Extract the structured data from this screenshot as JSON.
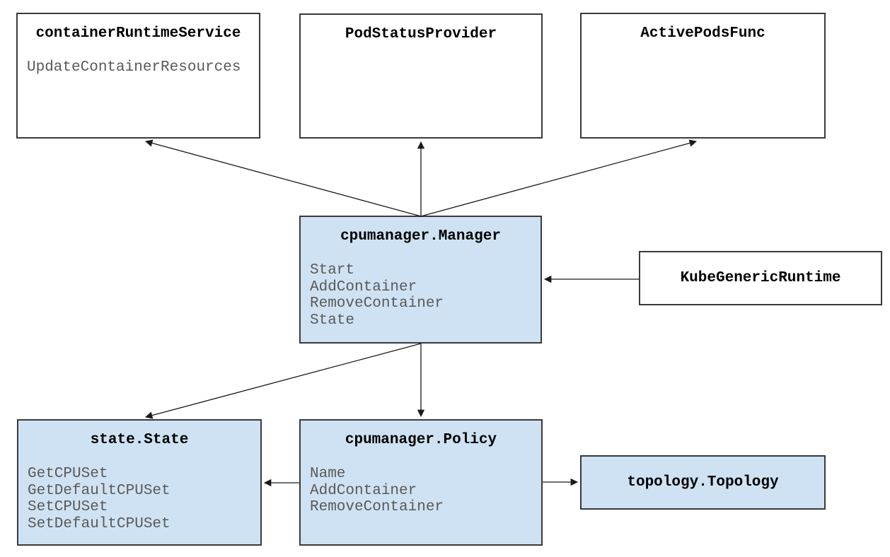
{
  "diagram": {
    "boxes": {
      "container_runtime_service": {
        "title": "containerRuntimeService",
        "methods": [
          "UpdateContainerResources"
        ]
      },
      "pod_status_provider": {
        "title": "PodStatusProvider",
        "methods": []
      },
      "active_pods_func": {
        "title": "ActivePodsFunc",
        "methods": []
      },
      "cpumanager_manager": {
        "title": "cpumanager.Manager",
        "methods": [
          "Start",
          "AddContainer",
          "RemoveContainer",
          "State"
        ]
      },
      "kube_generic_runtime": {
        "title": "KubeGenericRuntime",
        "methods": []
      },
      "state_state": {
        "title": "state.State",
        "methods": [
          "GetCPUSet",
          "GetDefaultCPUSet",
          "SetCPUSet",
          "SetDefaultCPUSet"
        ]
      },
      "cpumanager_policy": {
        "title": "cpumanager.Policy",
        "methods": [
          "Name",
          "AddContainer",
          "RemoveContainer"
        ]
      },
      "topology_topology": {
        "title": "topology.Topology",
        "methods": []
      }
    },
    "colors": {
      "highlight_fill": "#cfe2f3",
      "plain_fill": "#ffffff",
      "border": "#3a3a3c",
      "title_text": "#000000",
      "method_text": "#595959",
      "arrow": "#1a1a1a"
    }
  }
}
